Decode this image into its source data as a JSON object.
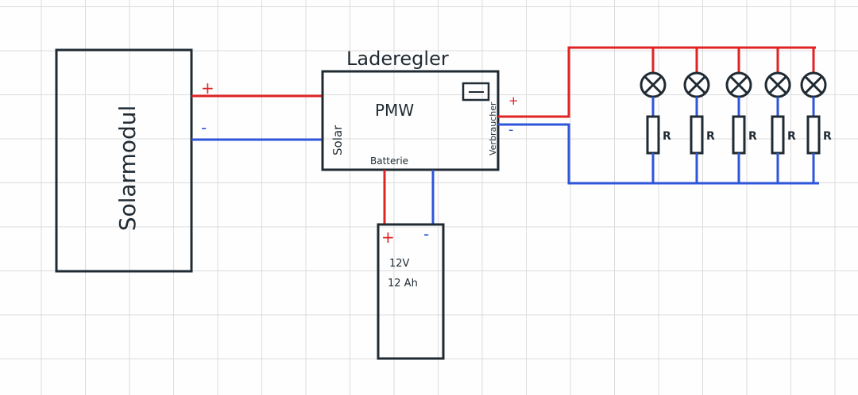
{
  "colors": {
    "positive_wire": "#e02424",
    "negative_wire": "#2f56d8",
    "outline": "#1f2a33",
    "grid": "#dcdcdc"
  },
  "solar_module": {
    "label": "Solarmodul"
  },
  "charge_controller": {
    "title": "Laderegler",
    "type": "PMW",
    "port_solar": "Solar",
    "port_battery": "Batterie",
    "port_load": "Verbraucher",
    "display_icon": "display-icon"
  },
  "battery": {
    "voltage": "12V",
    "capacity": "12 Ah"
  },
  "polarity": {
    "plus": "+",
    "minus": "-"
  },
  "loads": {
    "lamp_icon": "lamp-x-icon",
    "resistor_icon": "resistor-icon",
    "resistor_label": "R",
    "count": 5
  }
}
